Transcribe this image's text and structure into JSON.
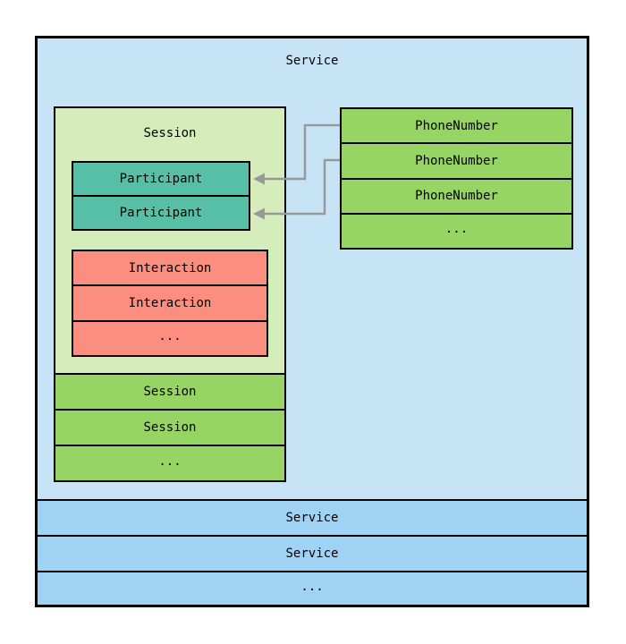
{
  "diagram": {
    "service": {
      "label": "Service",
      "session": {
        "label": "Session",
        "participants": [
          "Participant",
          "Participant"
        ],
        "interactions": [
          "Interaction",
          "Interaction",
          "..."
        ],
        "more_sessions": [
          "Session",
          "Session",
          "..."
        ]
      },
      "phone_numbers": [
        "PhoneNumber",
        "PhoneNumber",
        "PhoneNumber",
        "..."
      ],
      "more_services": [
        "Service",
        "Service",
        "..."
      ]
    }
  },
  "colors": {
    "service_expanded_bg": "#c7e4f7",
    "service_row_bg": "#a0d2f3",
    "session_expanded_bg": "#d4edba",
    "green_row_bg": "#96d464",
    "participant_bg": "#58bfa7",
    "interaction_bg": "#fb8e7e",
    "border": "#000000",
    "arrow": "#999999"
  }
}
